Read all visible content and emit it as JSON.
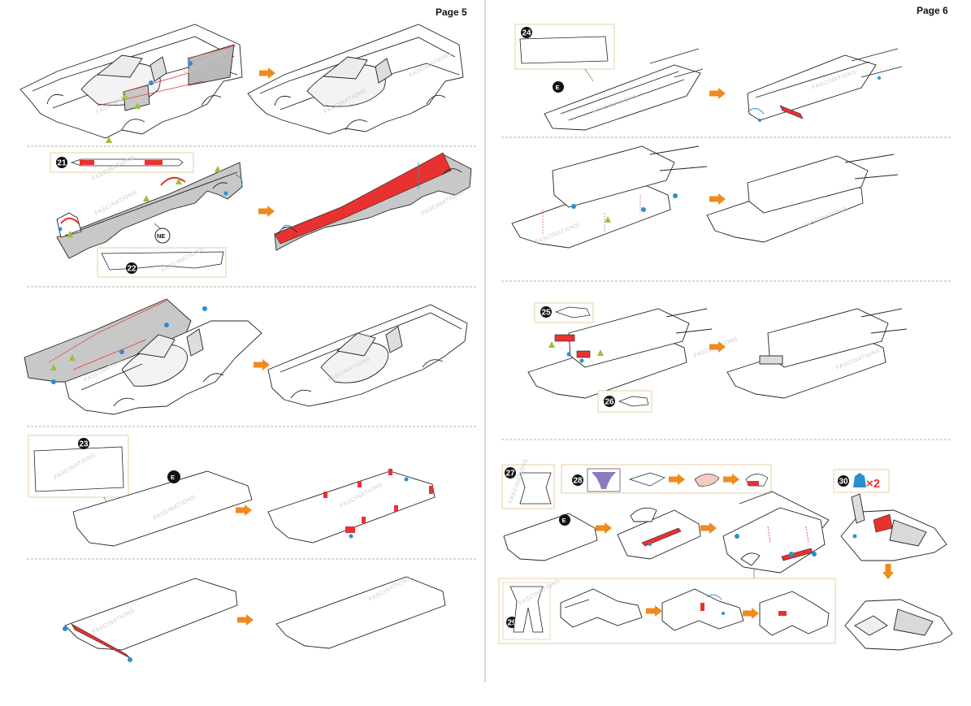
{
  "pages": {
    "left": {
      "page_label": "Page 5"
    },
    "right": {
      "page_label": "Page 6"
    }
  },
  "steps": {
    "s21": "21",
    "s22": "22",
    "s23": "23",
    "s24": "24",
    "s25": "25",
    "s26": "26",
    "s27": "27",
    "s28": "28",
    "s29": "29",
    "s30": "30"
  },
  "sheet_labels": {
    "ne": "NE",
    "e": "E"
  },
  "multiplier": "×2",
  "watermark": "FASCINATIONS",
  "colors": {
    "arrow": "#ef8a1e",
    "highlight_red": "#e8322f",
    "marker_blue": "#2a8fd0",
    "marker_green": "#9dbf3a",
    "panel_gray": "#c8c8c8",
    "callout_border": "#e8cfa6",
    "divider": "#a0a0a0"
  },
  "icons": [
    "arrow-right-icon",
    "arrow-down-icon",
    "blue-dot-icon",
    "green-triangle-icon",
    "rotate-arrow-icon"
  ]
}
